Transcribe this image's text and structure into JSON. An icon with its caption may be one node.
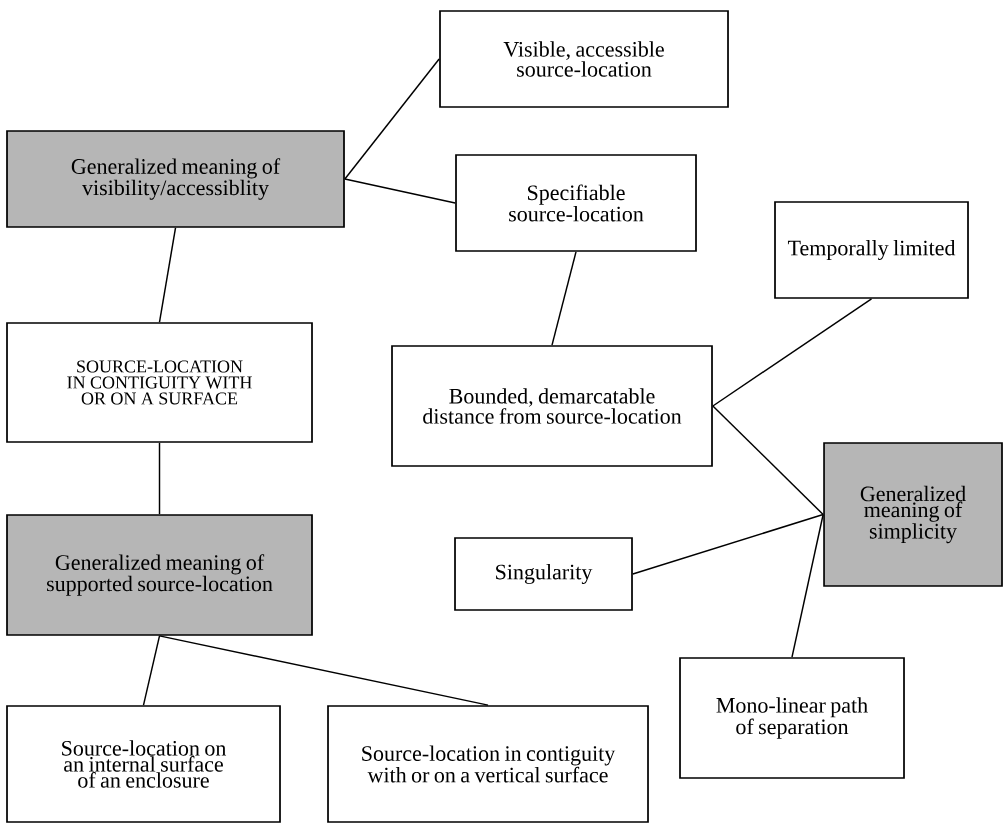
{
  "diagram": {
    "nodes": [
      {
        "text": [
          "Visible, accessible source-location"
        ]
      },
      {
        "text": [
          "Generalized meaning of visibility/accessiblity"
        ]
      },
      {
        "text": [
          "Specifiable source-location"
        ]
      },
      {
        "text": [
          "Temporally limited"
        ]
      },
      {
        "text": [
          "SOURCE-LOCATION IN CONTIGUITY WITH OR ON A SURFACE"
        ]
      },
      {
        "text": [
          "Bounded, demarcatable distance from source-location"
        ]
      },
      {
        "text": [
          "Generalized meaning of simplicity"
        ]
      },
      {
        "text": [
          "Generalized meaning of supported source-location"
        ]
      },
      {
        "text": [
          "Singularity"
        ]
      },
      {
        "text": [
          "Mono-linear path of separation"
        ]
      },
      {
        "text": [
          "Source-location on an internal surface of an enclosure"
        ]
      },
      {
        "text": [
          "Source-location in contiguity with or on a vertical surface"
        ]
      }
    ],
    "edges": [
      {
        "from": 1,
        "to": 0,
        "arrow": "none"
      },
      {
        "from": 1,
        "to": 2,
        "arrow": "none"
      },
      {
        "from": 1,
        "to": 4,
        "arrow": "none"
      },
      {
        "from": 2,
        "to": 5,
        "arrow": "none"
      },
      {
        "from": 5,
        "to": 3,
        "arrow": "none"
      },
      {
        "from": 5,
        "to": 6,
        "arrow": "none"
      },
      {
        "from": 8,
        "to": 6,
        "arrow": "none"
      },
      {
        "from": 9,
        "to": 6,
        "arrow": "none"
      },
      {
        "from": 4,
        "to": 7,
        "arrow": "none"
      },
      {
        "from": 7,
        "to": 10,
        "arrow": "none"
      },
      {
        "from": 7,
        "to": 11,
        "arrow": "none"
      }
    ]
  }
}
